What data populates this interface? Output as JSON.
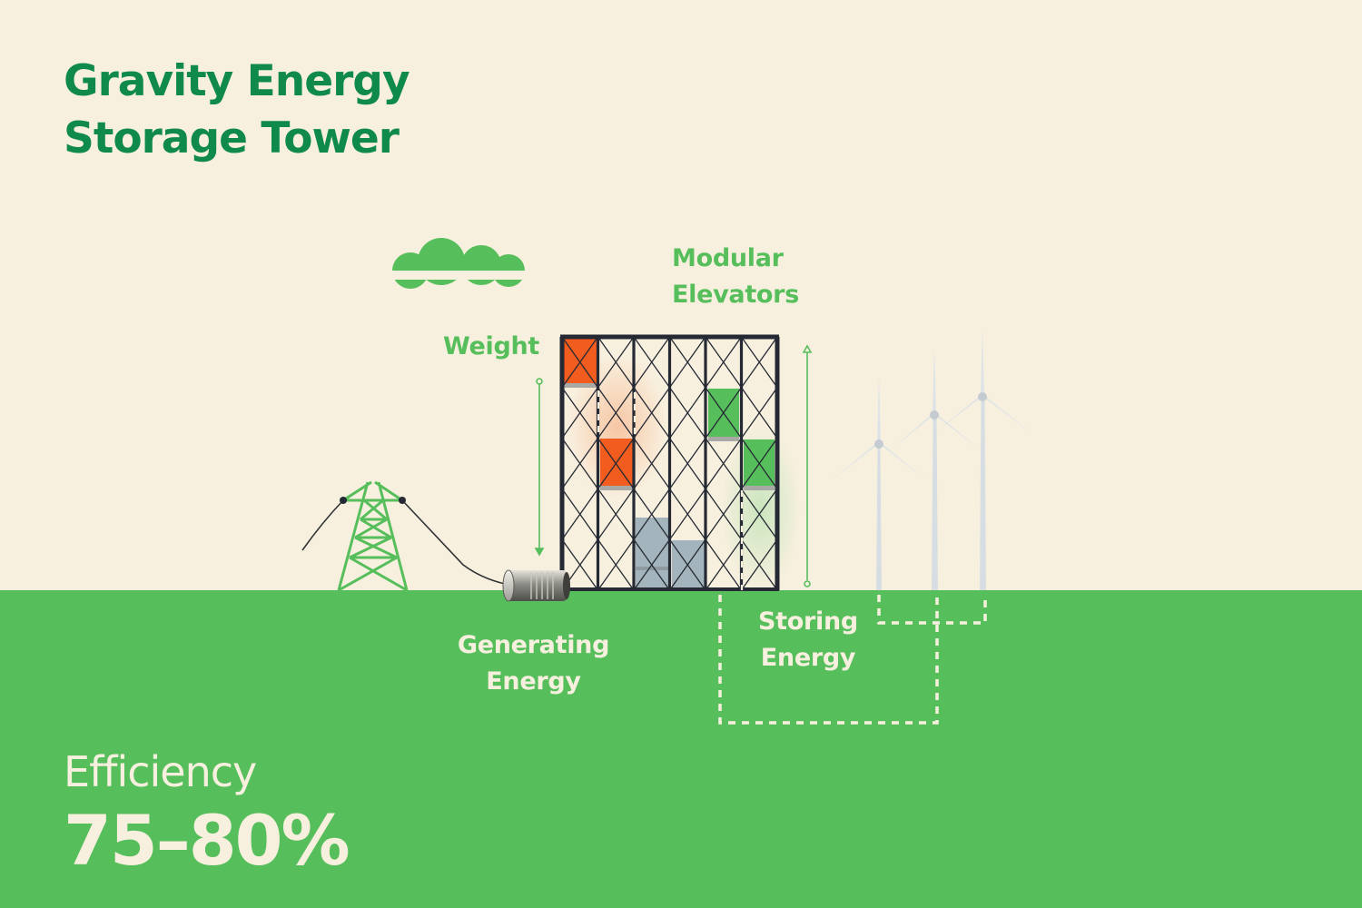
{
  "title": {
    "line1": "Gravity Energy",
    "line2": "Storage Tower"
  },
  "labels": {
    "weight": "Weight",
    "modular_line1": "Modular",
    "modular_line2": "Elevators",
    "generating_line1": "Generating",
    "generating_line2": "Energy",
    "storing_line1": "Storing",
    "storing_line2": "Energy"
  },
  "efficiency": {
    "label": "Efficiency",
    "value": "75–80%"
  },
  "colors": {
    "background": "#F8F0DF",
    "ground": "#57BE5C",
    "title": "#0F8A4A",
    "label_green": "#57BE5C",
    "label_white": "#F8F0DF",
    "frame": "#242933",
    "weight_orange": "#F25C1E",
    "weight_green": "#57BE5C",
    "weight_gray": "#A4B4BC",
    "turbine": "#D7DEE3",
    "pylon": "#57BE5C"
  }
}
